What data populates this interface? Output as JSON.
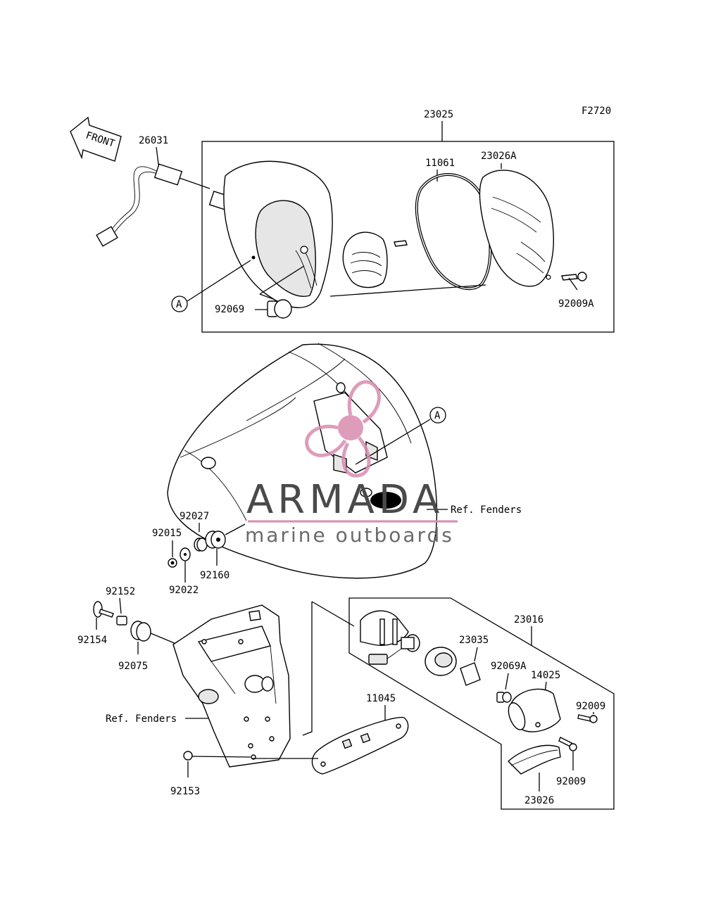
{
  "figure_code": "F2720",
  "front_arrow_label": "FRONT",
  "callout_letter": "A",
  "parts": {
    "p23025": "23025",
    "p26031": "26031",
    "p11061": "11061",
    "p23026A": "23026A",
    "p92069": "92069",
    "p92009A": "92009A",
    "p92027": "92027",
    "p92015": "92015",
    "p92160": "92160",
    "p92022": "92022",
    "p92152": "92152",
    "p92154": "92154",
    "p92075": "92075",
    "p92153": "92153",
    "p11045": "11045",
    "p23016": "23016",
    "p23035": "23035",
    "p92069A": "92069A",
    "p14025": "14025",
    "p92009a": "92009",
    "p92009b": "92009",
    "p23026": "23026"
  },
  "references": {
    "ref_fenders_1": "Ref. Fenders",
    "ref_fenders_2": "Ref. Fenders"
  },
  "watermark": {
    "brand": "ARMADA",
    "tagline": "marine outboards",
    "logo_color": "#d98bb0"
  }
}
